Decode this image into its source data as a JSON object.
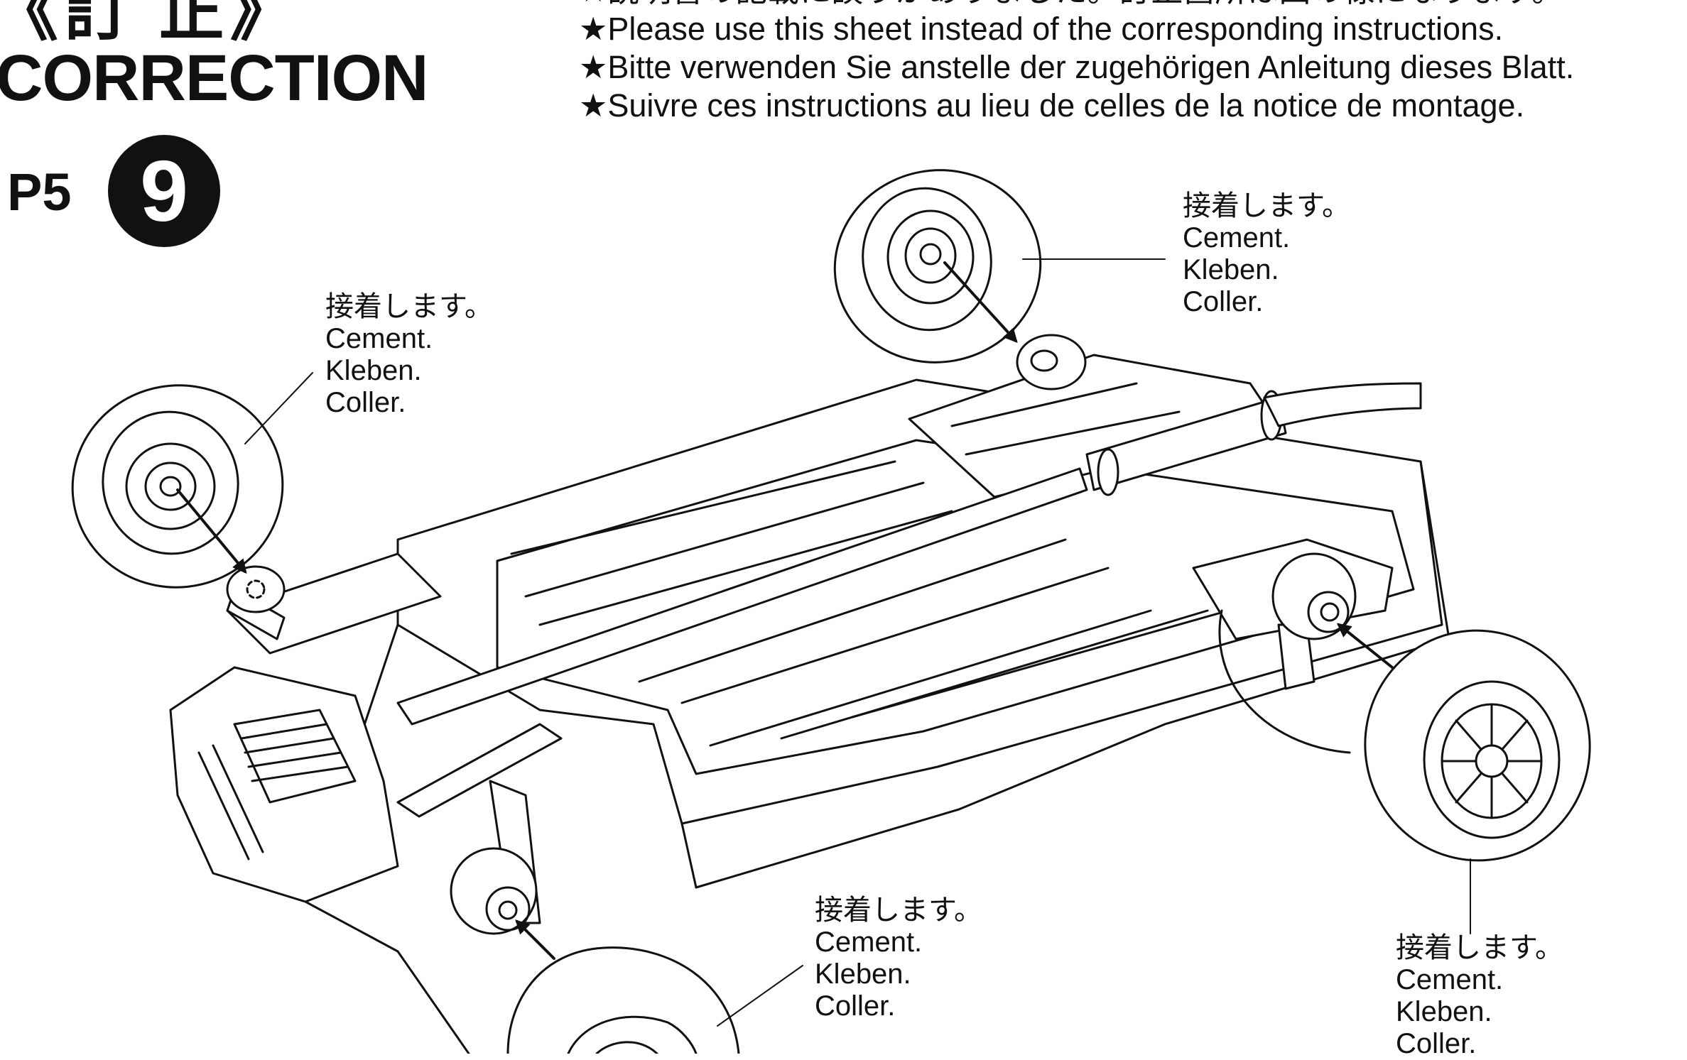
{
  "header": {
    "correction_jp": "《訂 正》",
    "correction_en": "CORRECTION",
    "page_ref": "P5",
    "step_number": "9"
  },
  "notes": [
    "★説明書の記載に誤りがありました。訂正箇所は図の様になります。",
    "★Please use this sheet instead of the corresponding instructions.",
    "★Bitte verwenden Sie anstelle der zugehörigen Anleitung dieses Blatt.",
    "★Suivre ces instructions au lieu de celles de la notice de montage."
  ],
  "callouts": {
    "top_right": {
      "jp": "接着します。",
      "en": "Cement.",
      "de": "Kleben.",
      "fr": "Coller."
    },
    "front_left": {
      "jp": "接着します。",
      "en": "Cement.",
      "de": "Kleben.",
      "fr": "Coller."
    },
    "bottom_center": {
      "jp": "接着します。",
      "en": "Cement.",
      "de": "Kleben.",
      "fr": "Coller."
    },
    "bottom_right": {
      "jp": "接着します。",
      "en": "Cement.",
      "de": "Kleben.",
      "fr": "Coller."
    }
  },
  "colors": {
    "ink": "#111111",
    "paper": "#ffffff"
  }
}
